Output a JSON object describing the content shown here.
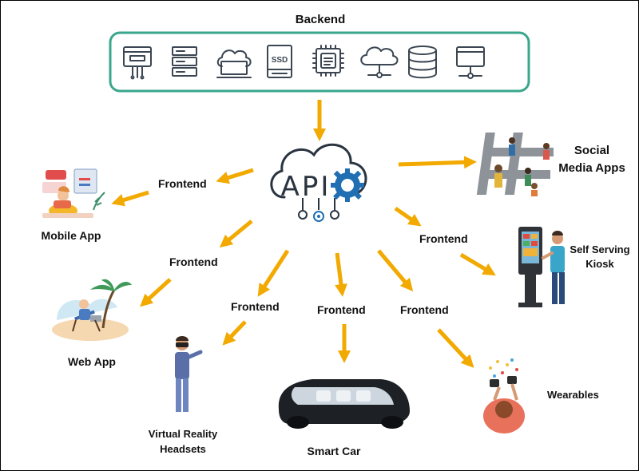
{
  "backend": {
    "title": "Backend",
    "icons": [
      "server-board-icon",
      "server-rack-icon",
      "cloud-laptop-icon",
      "ssd-icon",
      "chip-icon",
      "cloud-network-icon",
      "database-icon",
      "browser-network-icon"
    ],
    "ssd_text": "SSD"
  },
  "api": {
    "text": "API"
  },
  "edge_label": "Frontend",
  "clients": {
    "social": "Social\nMedia Apps",
    "mobile": "Mobile App",
    "kiosk": "Self Serving\nKiosk",
    "web": "Web App",
    "vr": "Virtual Reality\nHeadsets",
    "car": "Smart Car",
    "wearables": "Wearables"
  },
  "colors": {
    "box_border": "#3aa68c",
    "arrow": "#f2a900",
    "api_blue": "#1f6fb2",
    "icon_stroke": "#3b4652"
  }
}
